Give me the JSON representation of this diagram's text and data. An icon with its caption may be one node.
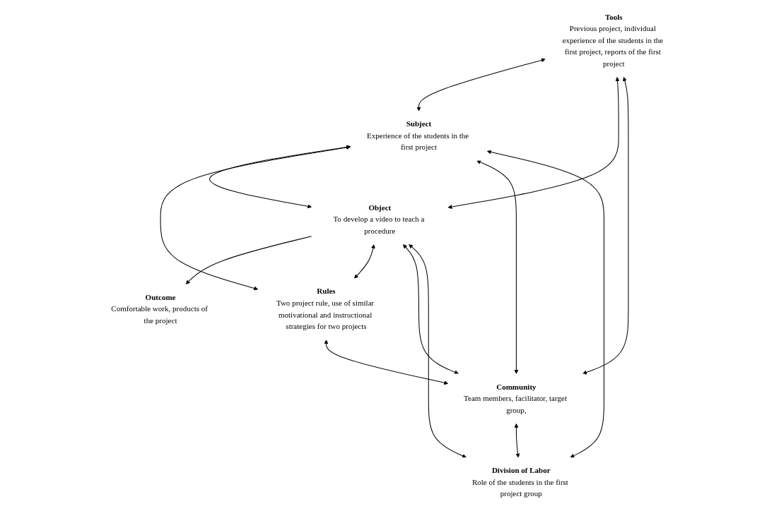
{
  "diagram": {
    "nodes": [
      {
        "text": [
          "Tools",
          "Previous project, individual experience of the students in the first project, reports of the first project"
        ]
      },
      {
        "text": [
          "Subject",
          "Experience of the students in the first project"
        ]
      },
      {
        "text": [
          "Object",
          "To develop a video to teach a procedure"
        ]
      },
      {
        "text": [
          "Outcome",
          "Comfortable work, products of the project"
        ]
      },
      {
        "text": [
          "Rules",
          "Two project rule, use of similar motivational and instructional strategies for two projects"
        ]
      },
      {
        "text": [
          "Community",
          "Team members, facilitator, target group,"
        ]
      },
      {
        "text": [
          "Division of Labor",
          "Role of the students in the first project group"
        ]
      }
    ],
    "edges": [
      {
        "from": 0,
        "to": 1,
        "arrow": "both"
      },
      {
        "from": 0,
        "to": 2,
        "arrow": "both"
      },
      {
        "from": 0,
        "to": 5,
        "arrow": "both"
      },
      {
        "from": 1,
        "to": 2,
        "arrow": "both"
      },
      {
        "from": 2,
        "to": 3,
        "arrow": "to"
      },
      {
        "from": 1,
        "to": 4,
        "arrow": "both"
      },
      {
        "from": 1,
        "to": 5,
        "arrow": "both"
      },
      {
        "from": 1,
        "to": 6,
        "arrow": "both"
      },
      {
        "from": 2,
        "to": 4,
        "arrow": "both"
      },
      {
        "from": 2,
        "to": 5,
        "arrow": "both"
      },
      {
        "from": 2,
        "to": 6,
        "arrow": "both"
      },
      {
        "from": 4,
        "to": 5,
        "arrow": "both"
      },
      {
        "from": 5,
        "to": 6,
        "arrow": "both"
      }
    ]
  }
}
